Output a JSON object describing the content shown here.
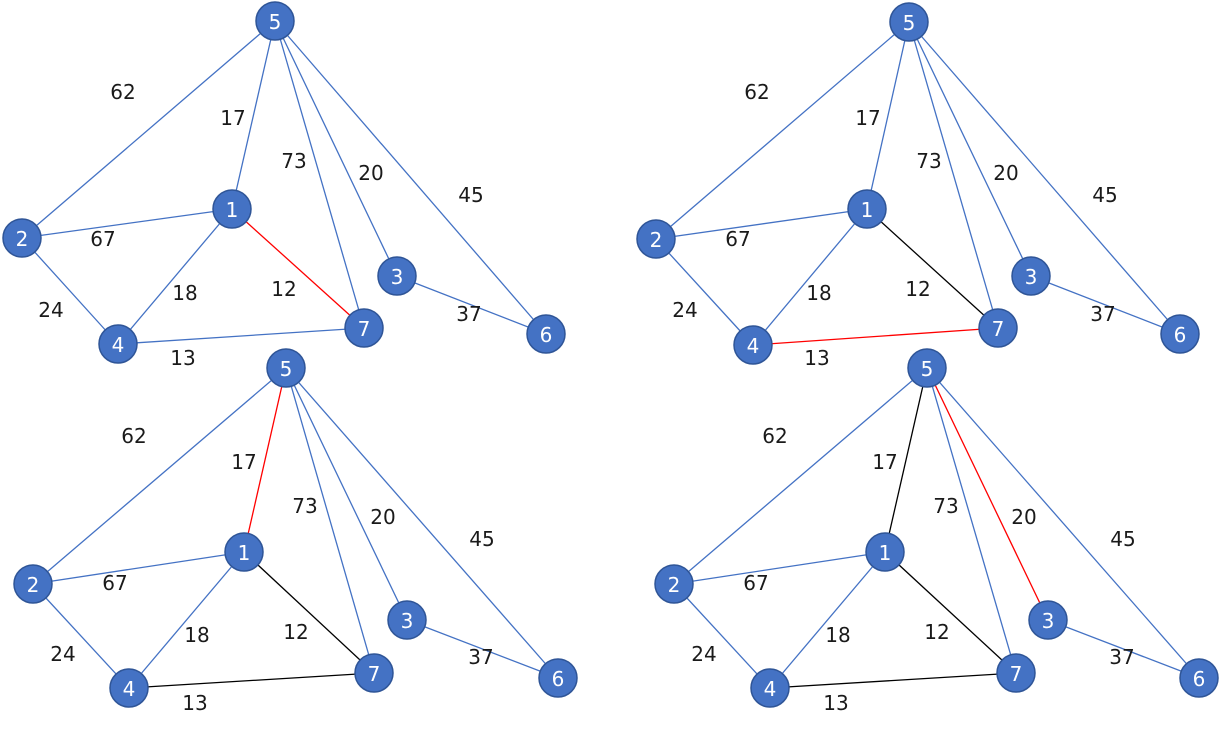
{
  "colors": {
    "default_edge": "#4472c4",
    "selected_edge": "#000000",
    "current_edge": "#ff0000",
    "node_fill": "#4472c4",
    "node_text": "#ffffff"
  },
  "nodes": [
    "1",
    "2",
    "3",
    "4",
    "5",
    "6",
    "7"
  ],
  "edges": [
    {
      "from": "5",
      "to": "2",
      "weight": "62"
    },
    {
      "from": "5",
      "to": "1",
      "weight": "17"
    },
    {
      "from": "5",
      "to": "7",
      "weight": "73"
    },
    {
      "from": "5",
      "to": "3",
      "weight": "20"
    },
    {
      "from": "5",
      "to": "6",
      "weight": "45"
    },
    {
      "from": "2",
      "to": "1",
      "weight": "67"
    },
    {
      "from": "2",
      "to": "4",
      "weight": "24"
    },
    {
      "from": "1",
      "to": "4",
      "weight": "18"
    },
    {
      "from": "1",
      "to": "7",
      "weight": "12"
    },
    {
      "from": "4",
      "to": "7",
      "weight": "13"
    },
    {
      "from": "3",
      "to": "6",
      "weight": "37"
    }
  ],
  "panels": [
    {
      "name": "panel-step-1",
      "selected": [],
      "current": [
        "1-7"
      ]
    },
    {
      "name": "panel-step-2",
      "selected": [
        "1-7"
      ],
      "current": [
        "4-7"
      ]
    },
    {
      "name": "panel-step-3",
      "selected": [
        "1-7",
        "4-7"
      ],
      "current": [
        "5-1"
      ]
    },
    {
      "name": "panel-step-4",
      "selected": [
        "1-7",
        "4-7",
        "5-1"
      ],
      "current": [
        "5-3"
      ]
    }
  ]
}
